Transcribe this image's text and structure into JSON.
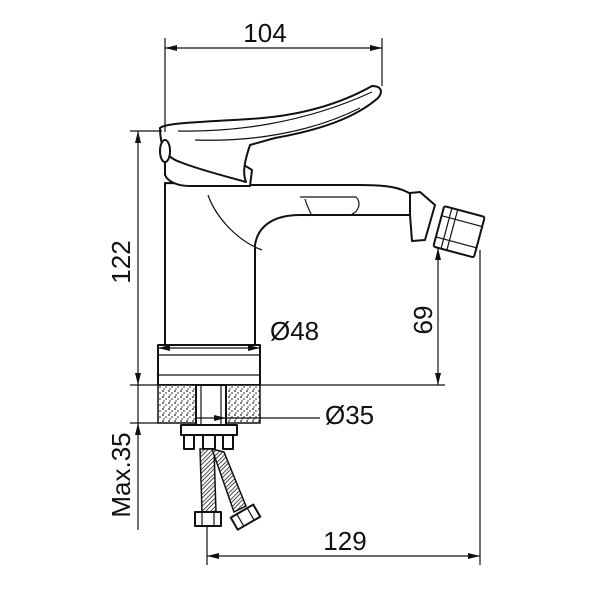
{
  "dimensions": {
    "width_top": "104",
    "height_body": "122",
    "spout_height": "69",
    "base_diameter": "Ø48",
    "hole_diameter": "Ø35",
    "max_thickness": "Max.35",
    "reach": "129"
  }
}
